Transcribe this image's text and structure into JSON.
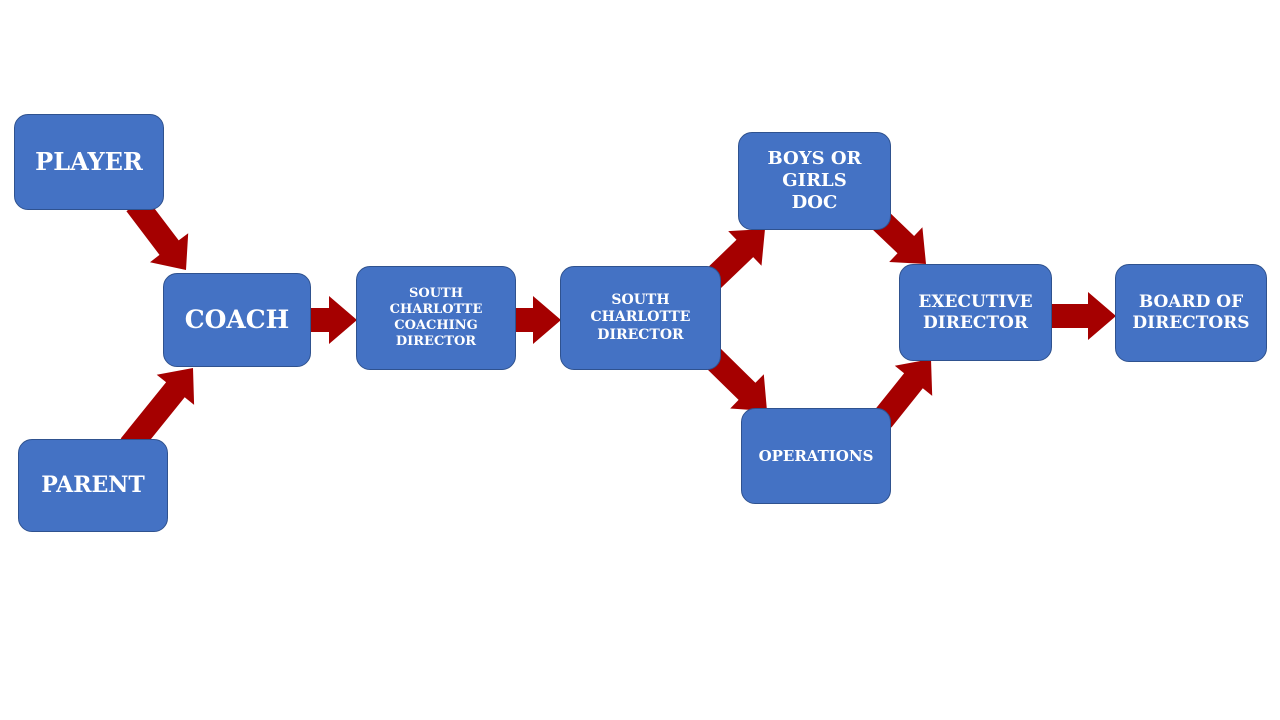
{
  "diagram": {
    "nodes": {
      "player": "PLAYER",
      "parent": "PARENT",
      "coach": "COACH",
      "coaching_director": "SOUTH\nCHARLOTTE\nCOACHING\nDIRECTOR",
      "sc_director": "SOUTH\nCHARLOTTE\nDIRECTOR",
      "boys_girls_doc": "BOYS OR\nGIRLS\nDOC",
      "operations": "OPERATIONS",
      "executive_director": "EXECUTIVE\nDIRECTOR",
      "board_of_directors": "BOARD OF\nDIRECTORS"
    },
    "edges": [
      {
        "from": "player",
        "to": "coach"
      },
      {
        "from": "parent",
        "to": "coach"
      },
      {
        "from": "coach",
        "to": "coaching_director"
      },
      {
        "from": "coaching_director",
        "to": "sc_director"
      },
      {
        "from": "sc_director",
        "to": "boys_girls_doc"
      },
      {
        "from": "sc_director",
        "to": "operations"
      },
      {
        "from": "boys_girls_doc",
        "to": "executive_director"
      },
      {
        "from": "operations",
        "to": "executive_director"
      },
      {
        "from": "executive_director",
        "to": "board_of_directors"
      }
    ],
    "colors": {
      "node_fill": "#4472c4",
      "node_border": "#2f528f",
      "node_text": "#ffffff",
      "arrow": "#a50000"
    }
  }
}
